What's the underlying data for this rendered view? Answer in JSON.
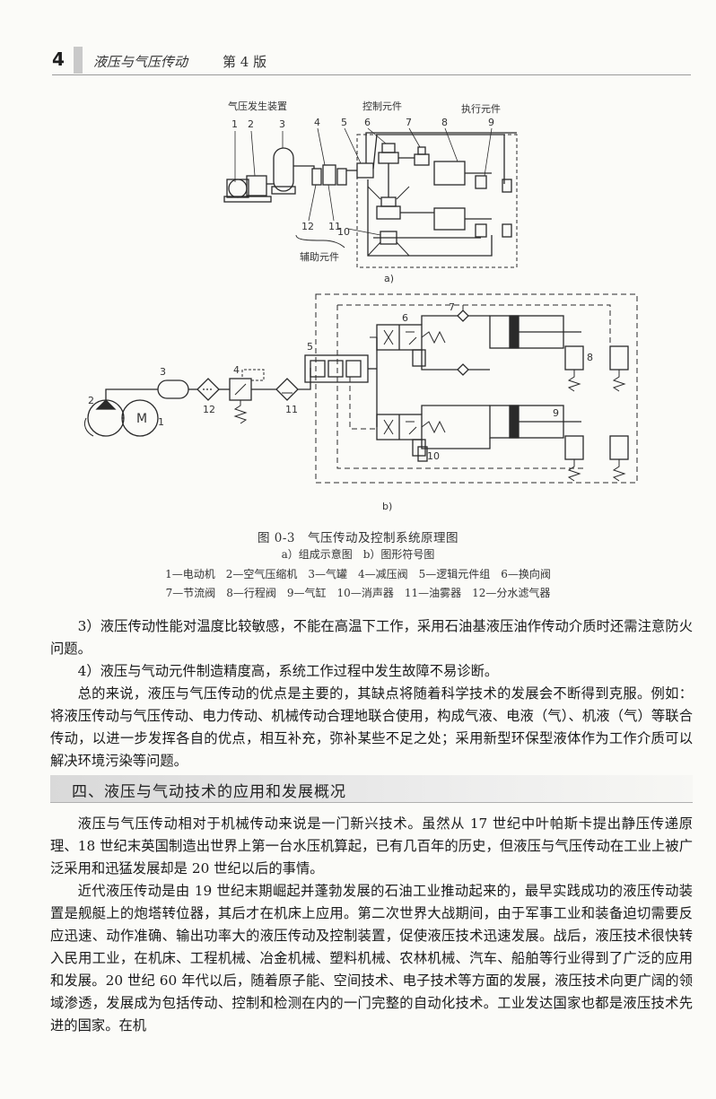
{
  "header": {
    "page_number": "4",
    "book_title": "液压与气压传动",
    "edition": "第 4 版"
  },
  "figure": {
    "part_a": {
      "group_labels": [
        "气压发生装置",
        "控制元件",
        "执行元件",
        "辅助元件"
      ],
      "numbers": [
        "1",
        "2",
        "3",
        "4",
        "5",
        "6",
        "7",
        "8",
        "9",
        "10",
        "11",
        "12"
      ],
      "sublabel": "a)"
    },
    "part_b": {
      "numbers": [
        "1",
        "2",
        "3",
        "4",
        "5",
        "6",
        "7",
        "8",
        "9",
        "10",
        "11",
        "12"
      ],
      "motor_symbol": "M",
      "sublabel": "b)"
    },
    "caption": "图 0-3　气压传动及控制系统原理图",
    "subcaption": "a）组成示意图　b）图形符号图",
    "legend_line1": "1—电动机　2—空气压缩机　3—气罐　4—减压阀　5—逻辑元件组　6—换向阀",
    "legend_line2": "7—节流阀　8—行程阀　9—气缸　10—消声器　11—油雾器　12—分水滤气器"
  },
  "paragraphs": {
    "p3": "3）液压传动性能对温度比较敏感，不能在高温下工作，采用石油基液压油作传动介质时还需注意防火问题。",
    "p4": "4）液压与气动元件制造精度高，系统工作过程中发生故障不易诊断。",
    "summary": "总的来说，液压与气压传动的优点是主要的，其缺点将随着科学技术的发展会不断得到克服。例如：将液压传动与气压传动、电力传动、机械传动合理地联合使用，构成气液、电液（气）、机液（气）等联合传动，以进一步发挥各自的优点，相互补充，弥补某些不足之处；采用新型环保型液体作为工作介质可以解决环境污染等问题。"
  },
  "section": {
    "heading": "四、液压与气动技术的应用和发展概况"
  },
  "section_paragraphs": {
    "p1": "液压与气压传动相对于机械传动来说是一门新兴技术。虽然从 17 世纪中叶帕斯卡提出静压传递原理、18 世纪末英国制造出世界上第一台水压机算起，已有几百年的历史，但液压与气压传动在工业上被广泛采用和迅猛发展却是 20 世纪以后的事情。",
    "p2": "近代液压传动是由 19 世纪末期崛起并蓬勃发展的石油工业推动起来的，最早实践成功的液压传动装置是舰艇上的炮塔转位器，其后才在机床上应用。第二次世界大战期间，由于军事工业和装备迫切需要反应迅速、动作准确、输出功率大的液压传动及控制装置，促使液压技术迅速发展。战后，液压技术很快转入民用工业，在机床、工程机械、冶金机械、塑料机械、农林机械、汽车、船舶等行业得到了广泛的应用和发展。20 世纪 60 年代以后，随着原子能、空间技术、电子技术等方面的发展，液压技术向更广阔的领域渗透，发展成为包括传动、控制和检测在内的一门完整的自动化技术。工业发达国家也都是液压技术先进的国家。在机"
  }
}
